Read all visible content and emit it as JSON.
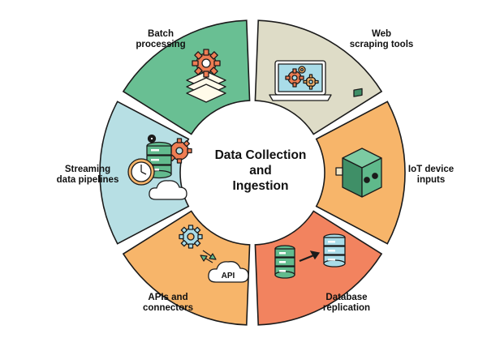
{
  "title": {
    "line1": "Data Collection",
    "line2": "and",
    "line3": "Ingestion"
  },
  "segments": [
    {
      "id": "batch",
      "line1": "Batch",
      "line2": "processing",
      "color": "#69bf93",
      "icon": "stacked-layers-gear-icon"
    },
    {
      "id": "web",
      "line1": "Web",
      "line2": "scraping tools",
      "color": "#dedcc7",
      "icon": "laptop-gears-icon"
    },
    {
      "id": "iot",
      "line1": "IoT device",
      "line2": "inputs",
      "color": "#f7b56a",
      "icon": "iot-device-box-icon"
    },
    {
      "id": "db",
      "line1": "Database",
      "line2": "replication",
      "color": "#f2835f",
      "icon": "database-replication-icon"
    },
    {
      "id": "api",
      "line1": "APIs and",
      "line2": "connectors",
      "color": "#f7b56a",
      "icon": "api-cloud-icon"
    },
    {
      "id": "streaming",
      "line1": "Streaming",
      "line2": "data pipelines",
      "color": "#b7dfe4",
      "icon": "database-clock-cloud-icon"
    }
  ],
  "api_badge": "API",
  "colors": {
    "outline": "#1b1b1b",
    "orange_gear": "#ef7d53",
    "blue_db": "#a9dce8",
    "green_db": "#62bb8e"
  }
}
